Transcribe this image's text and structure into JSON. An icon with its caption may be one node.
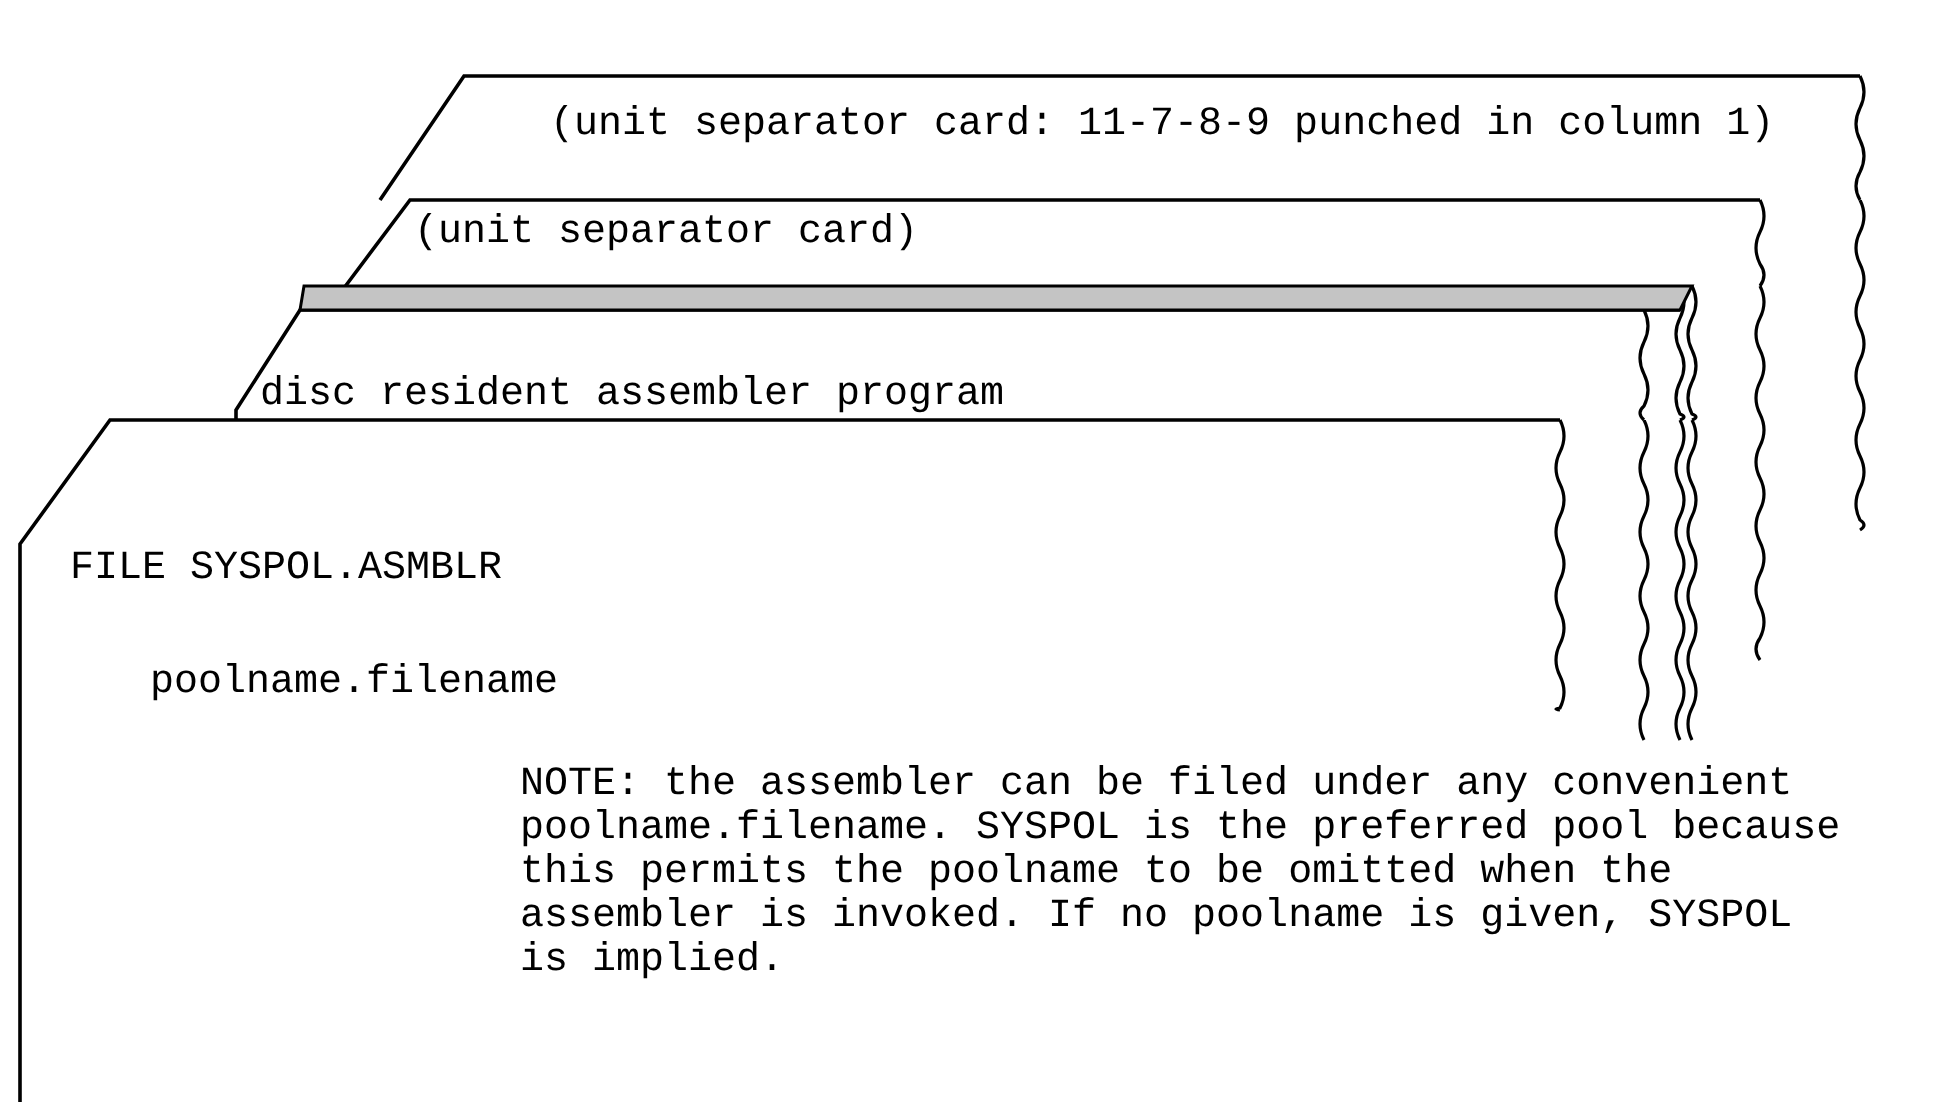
{
  "diagram": {
    "nodes": [
      {
        "text": [
          "(unit separator card: 11-7-8-9 punched in column 1)"
        ]
      },
      {
        "text": [
          "(unit separator card)"
        ]
      },
      {
        "text": [
          "disc resident assembler program"
        ]
      },
      {
        "text": [
          "FILE SYSPOL.ASMBLR",
          "poolname.filename",
          "NOTE: the assembler can be filed under any convenient poolname.filename. SYSPOL is the preferred pool because this permits the poolname to be omitted when the assembler is invoked. If no poolname is given, SYSPOL is implied."
        ]
      }
    ]
  }
}
